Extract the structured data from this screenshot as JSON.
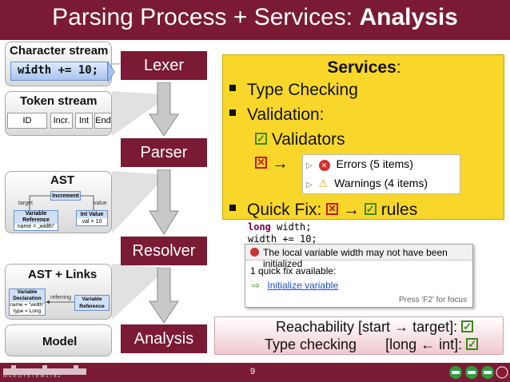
{
  "title": {
    "main": "Parsing Process + Services: ",
    "bold": "Analysis"
  },
  "left": {
    "char_stream_label": "Character stream",
    "char_stream_code": "width += 10;",
    "token_stream_label": "Token stream",
    "tokens": [
      "ID",
      "Incr.",
      "Int",
      "End"
    ],
    "ast_label": "AST",
    "ast": {
      "root": "Increment",
      "target": "target",
      "value": "value",
      "var_ref_l1": "Variable",
      "var_ref_l2": "Reference",
      "var_ref_name": "name = „width”",
      "int_val": "Int Value",
      "int_val_v": "val = 10"
    },
    "ast_links_label": "AST + Links",
    "links": {
      "decl_l1": "Variable",
      "decl_l2": "Declaration",
      "decl_name": "name = \"width\"",
      "decl_type": "type = Long",
      "referring": "referring",
      "ref_l1": "Variable",
      "ref_l2": "Reference"
    },
    "model_label": "Model"
  },
  "stages": {
    "lexer": "Lexer",
    "parser": "Parser",
    "resolver": "Resolver",
    "analysis": "Analysis"
  },
  "services": {
    "heading_bold": "Services",
    "heading_colon": ":",
    "type_checking": "Type Checking",
    "validation": "Validation:",
    "validators": "Validators",
    "errors": "Errors (5 items)",
    "warnings": "Warnings (4 items)",
    "quick_fix": "Quick Fix:",
    "rules": "rules"
  },
  "code": {
    "line1_kw": "long",
    "line1_rest": " width;",
    "line2_var": "width",
    "line2_rest": " += 10;"
  },
  "popup": {
    "message": "The local variable width may not have been initialized",
    "count": "1 quick fix available:",
    "fix": "Initialize variable",
    "hint": "Press 'F2' for focus"
  },
  "bottom": {
    "line1": "Reachability [start",
    "line1b": "target]:",
    "line2a": "Type checking",
    "line2b": "[long",
    "line2c": "int]:"
  },
  "footer": {
    "page": "9",
    "university": "M Ű E G Y E T E M   1 7 8 2"
  },
  "colors": {
    "brand": "#7a1a34",
    "services_bg": "#f9d72a",
    "check": "#3a8a1a",
    "cross": "#c4161c"
  }
}
